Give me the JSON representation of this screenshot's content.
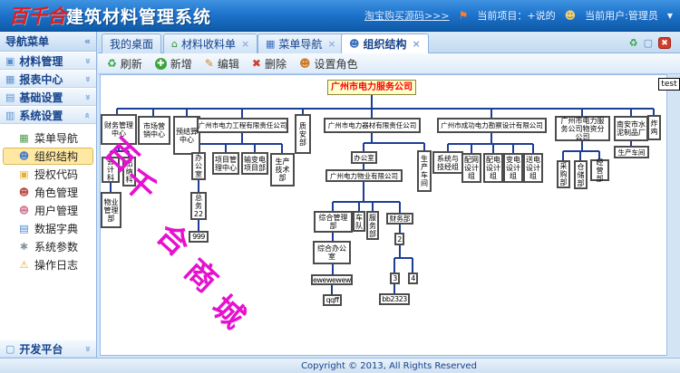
{
  "header": {
    "logo": "百千合",
    "title": "建筑材料管理系统",
    "taobao_link": "淘宝购买源码>>>",
    "current_project": "当前项目：+说的",
    "current_user": "当前用户:管理员",
    "caret": "▼",
    "flag_icon": "⚑",
    "user_icon": "☻"
  },
  "sidebar": {
    "title": "导航菜单",
    "collapse_icon": "«",
    "chevron_collapsed": "«",
    "chevron_expanded": "«",
    "sections": [
      {
        "label": "材料管理",
        "icon": "▣"
      },
      {
        "label": "报表中心",
        "icon": "▦"
      },
      {
        "label": "基础设置",
        "icon": "▤"
      },
      {
        "label": "系统设置",
        "icon": "▥"
      }
    ],
    "items": [
      {
        "label": "菜单导航",
        "icon": "▦",
        "icon_color": "#4c9a4c"
      },
      {
        "label": "组织结构",
        "icon": "☻",
        "icon_color": "#4a7fc9"
      },
      {
        "label": "授权代码",
        "icon": "▣",
        "icon_color": "#e0b23a"
      },
      {
        "label": "角色管理",
        "icon": "☻",
        "icon_color": "#c0504d"
      },
      {
        "label": "用户管理",
        "icon": "☻",
        "icon_color": "#d77fa1"
      },
      {
        "label": "数据字典",
        "icon": "▤",
        "icon_color": "#4a7fc9"
      },
      {
        "label": "系统参数",
        "icon": "✱",
        "icon_color": "#8892a0"
      },
      {
        "label": "操作日志",
        "icon": "⚠",
        "icon_color": "#e6a817"
      }
    ],
    "bottom_section": {
      "label": "开发平台",
      "icon": "▢"
    }
  },
  "tabs": {
    "items": [
      {
        "label": "我的桌面"
      },
      {
        "label": "材料收料单",
        "icon": "⌂"
      },
      {
        "label": "菜单导航",
        "icon": "▦"
      },
      {
        "label": "组织结构",
        "icon": "☻"
      }
    ],
    "close_glyph": "×",
    "panel_refresh_icon": "♻",
    "panel_restore_icon": "▢",
    "panel_close_icon": "✖"
  },
  "toolbar": {
    "refresh": "刷新",
    "add": "新增",
    "edit": "编辑",
    "del": "删除",
    "set_role": "设置角色",
    "refresh_icon": "♻",
    "add_icon": "✚",
    "edit_icon": "✎",
    "delete_icon": "✖",
    "role_icon": "☻"
  },
  "chart": {
    "test_box": "test",
    "watermark_chars": [
      "百",
      "千",
      "合",
      "商",
      "城"
    ],
    "watermark_color": "#e511cf",
    "connector_color": "#1d3e96",
    "root_bg": "#ffffcc",
    "root_text_color": "#ff0000",
    "nodes": [
      "广州市电力服务公司",
      "财务管理中心",
      "市场营销中心",
      "预结算中心",
      "广州市电力工程有限责任公司",
      "质安部",
      "广州市电力器材有限责任公司",
      "广州市成功电力勘察设计有限公司",
      "广州市电力服务公司物资分公司",
      "南安市水泥制品厂",
      "炸鸡",
      "会计科",
      "出纳科",
      "物业管理部",
      "办公室",
      "项目管理中心",
      "输变电项目部",
      "生产技术部",
      "总务22",
      "999",
      "办公室",
      "生产车间",
      "广州电力物业有限公司",
      "综合管理部",
      "车队",
      "服务部",
      "财务部",
      "综合办公室",
      "ewewewew",
      "qqff",
      "2",
      "3",
      "4",
      "bb2323",
      "系统与技经组",
      "配网设计组",
      "配电设计组",
      "变电设计组",
      "送电设计组",
      "采购部",
      "仓储部",
      "经营部",
      "生产车间"
    ]
  },
  "footer": {
    "copyright": "Copyright © 2013, All Rights Reserved"
  }
}
